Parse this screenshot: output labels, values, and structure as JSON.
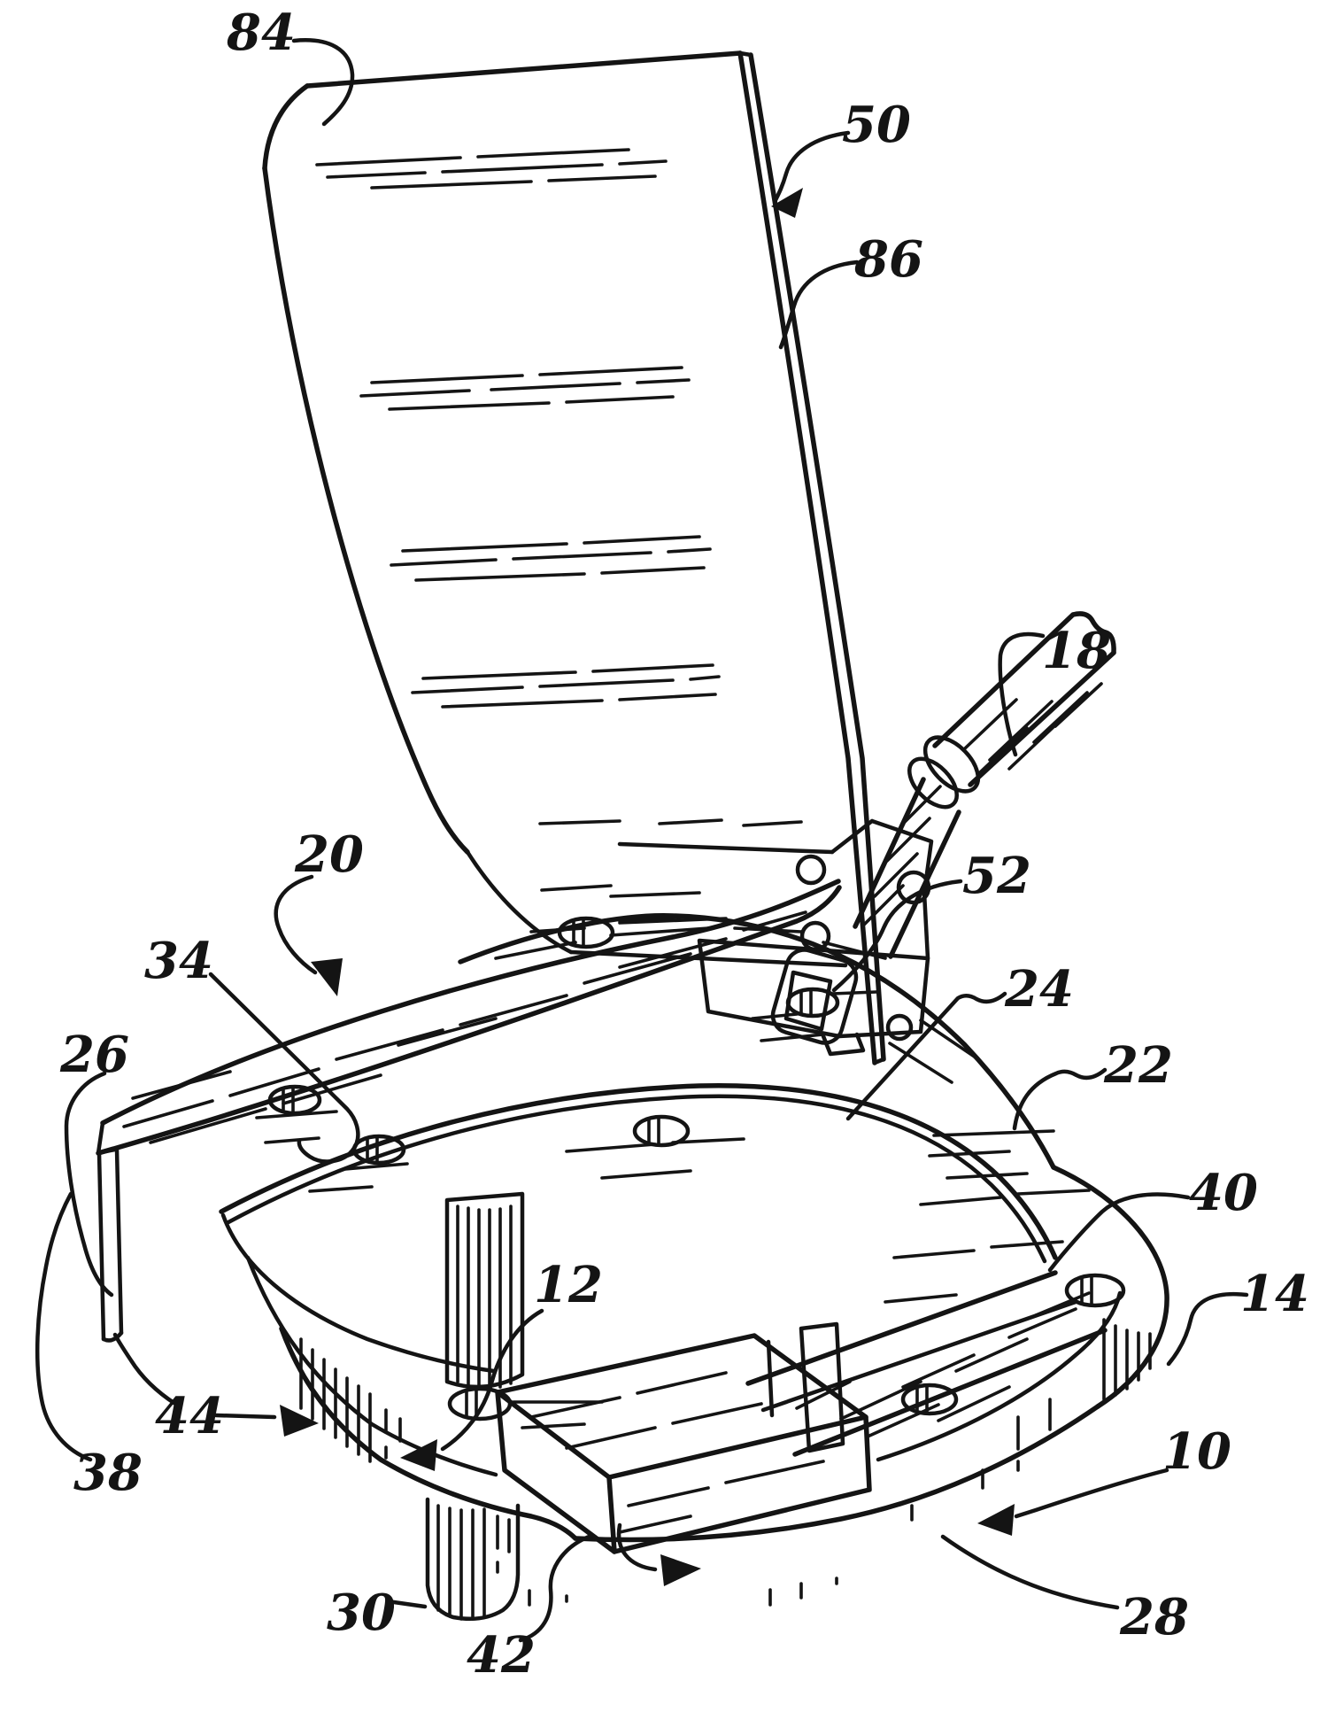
{
  "figure": {
    "kind": "patent-line-drawing",
    "background_color": "#ffffff",
    "ink_color": "#141414",
    "labels": {
      "n84": "84",
      "n50": "50",
      "n86": "86",
      "n18": "18",
      "n52": "52",
      "n24": "24",
      "n22": "22",
      "n40": "40",
      "n14": "14",
      "n10": "10",
      "n28": "28",
      "n20": "20",
      "n34": "34",
      "n26": "26",
      "n44": "44",
      "n38": "38",
      "n30": "30",
      "n42": "42",
      "n12": "12"
    }
  }
}
